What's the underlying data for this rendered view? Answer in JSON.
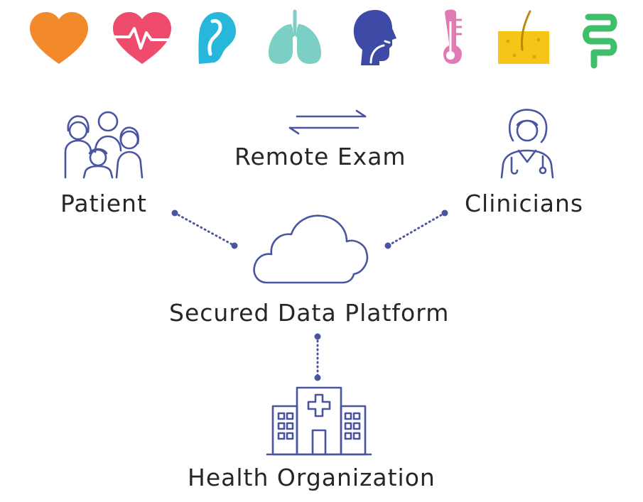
{
  "labels": {
    "remote_exam": "Remote Exam",
    "patient": "Patient",
    "clinicians": "Clinicians",
    "platform": "Secured Data Platform",
    "organization": "Health Organization"
  },
  "icons": [
    {
      "name": "heart-icon",
      "color": "#f28a2c"
    },
    {
      "name": "heart-pulse-icon",
      "color": "#ef4c6d"
    },
    {
      "name": "ear-icon",
      "color": "#27b7db"
    },
    {
      "name": "lungs-icon",
      "color": "#7ccfc4"
    },
    {
      "name": "head-profile-icon",
      "color": "#3d4aa6"
    },
    {
      "name": "thermometer-icon",
      "color": "#e07ab4"
    },
    {
      "name": "skin-hair-icon",
      "color": "#f5c518"
    },
    {
      "name": "intestine-icon",
      "color": "#3fbf6a"
    }
  ],
  "colors": {
    "line": "#4a55a2",
    "text": "#262626"
  }
}
